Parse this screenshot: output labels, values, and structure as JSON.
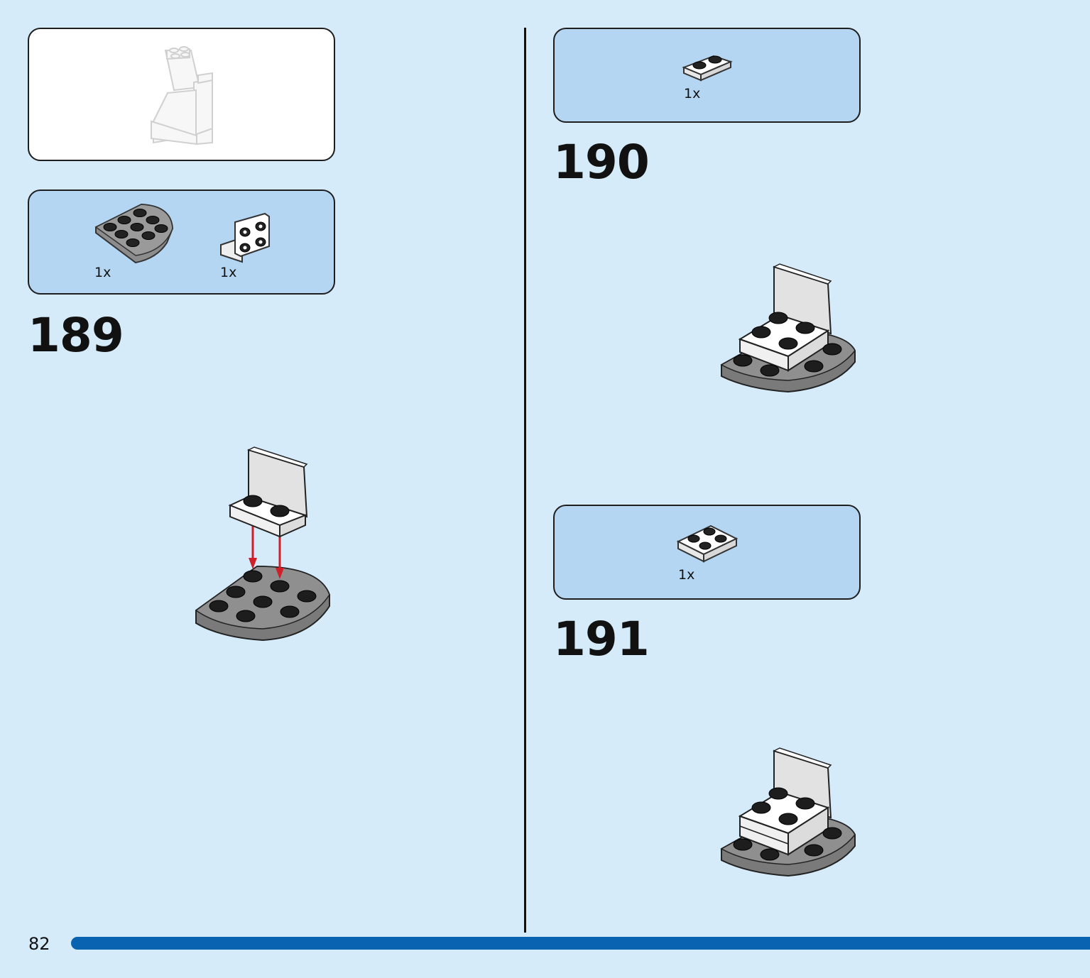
{
  "page_number": "82",
  "steps": [
    {
      "number": "189",
      "parts": [
        {
          "qty": "1x",
          "icon": "grey-round-corner-plate"
        },
        {
          "qty": "1x",
          "icon": "white-bracket"
        }
      ]
    },
    {
      "number": "190",
      "parts": [
        {
          "qty": "1x",
          "icon": "white-plate-1x2"
        }
      ]
    },
    {
      "number": "191",
      "parts": [
        {
          "qty": "1x",
          "icon": "white-plate-2x2"
        }
      ]
    }
  ],
  "colors": {
    "background": "#d5ebfa",
    "parts_box": "#b4d6f3",
    "page_bar": "#0a63b0",
    "arrow": "#d11f2a",
    "grey_plate": "#8c8c8c"
  }
}
